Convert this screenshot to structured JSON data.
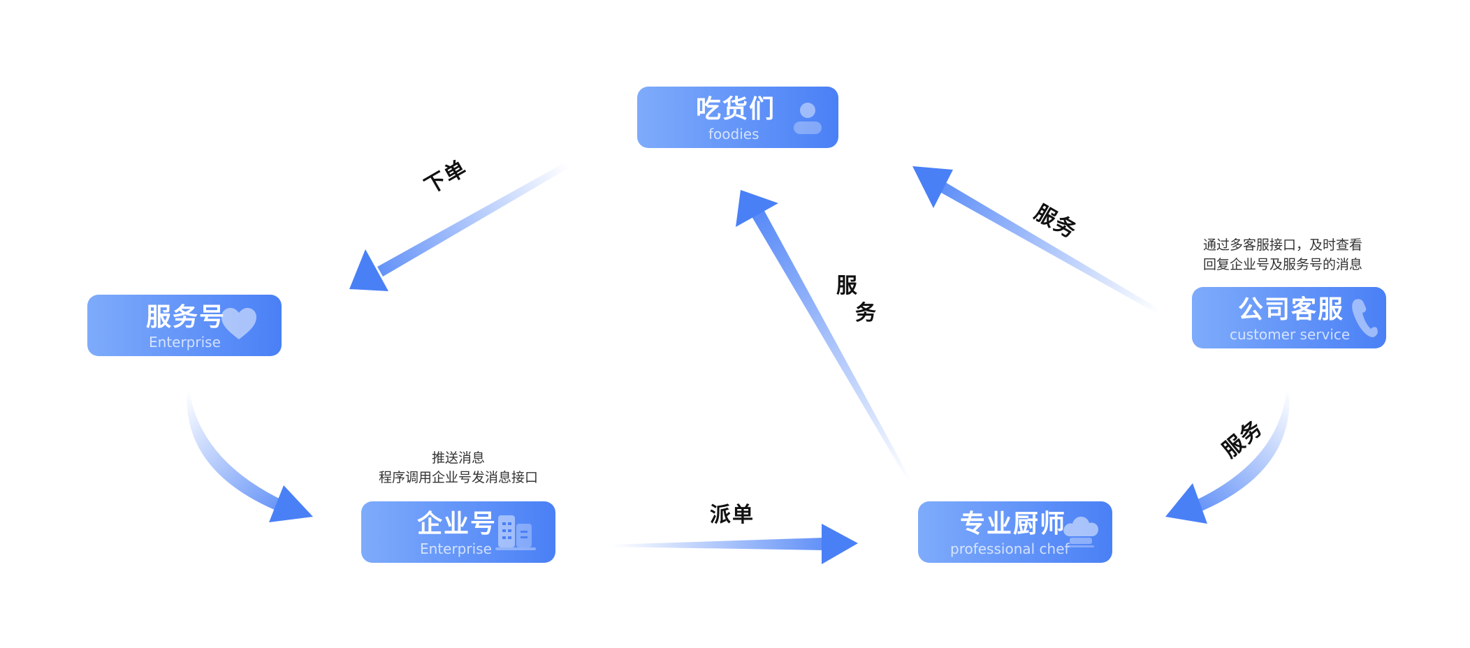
{
  "nodes": {
    "foodies": {
      "title": "吃货们",
      "sub": "foodies"
    },
    "service_account": {
      "title": "服务号",
      "sub": "Enterprise"
    },
    "enterprise": {
      "title": "企业号",
      "sub": "Enterprise"
    },
    "chef": {
      "title": "专业厨师",
      "sub": "professional chef"
    },
    "customer_service": {
      "title": "公司客服",
      "sub": "customer service"
    }
  },
  "edges": {
    "order": "下单",
    "dispatch": "派单",
    "service_right": "服务",
    "service_mid_1": "服",
    "service_mid_2": "务",
    "service_lower": "服务"
  },
  "notes": {
    "enterprise": [
      "推送消息",
      "程序调用企业号发消息接口"
    ],
    "customer_service": [
      "通过多客服接口，及时查看",
      "回复企业号及服务号的消息"
    ]
  },
  "icons": {
    "foodies": "person-icon",
    "service_account": "heart-icon",
    "enterprise": "building-icon",
    "chef": "chef-hat-icon",
    "customer_service": "phone-icon"
  },
  "colors": {
    "node_start": "#7eabfb",
    "node_end": "#4a80f6",
    "arrow": "#4a80f6"
  }
}
